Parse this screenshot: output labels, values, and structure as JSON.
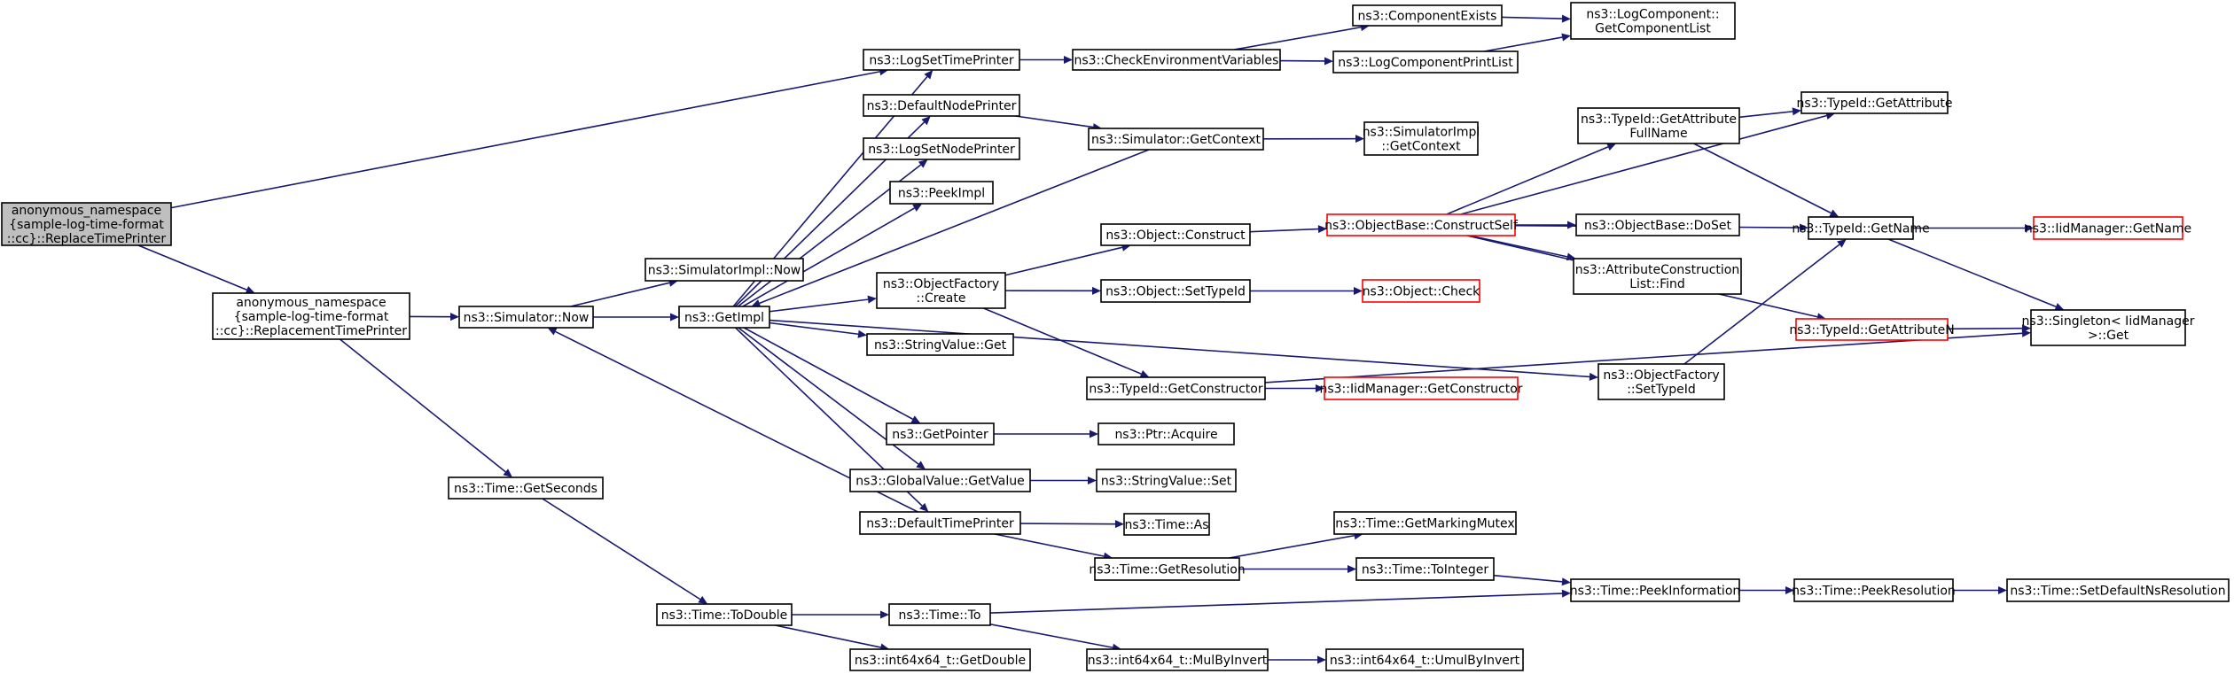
{
  "nodes": [
    {
      "id": "root",
      "lines": [
        "anonymous_namespace",
        "{sample-log-time-format",
        "::cc}::ReplaceTimePrinter"
      ],
      "style": "root"
    },
    {
      "id": "replacementTimePrinter",
      "lines": [
        "anonymous_namespace",
        "{sample-log-time-format",
        "::cc}::ReplacementTimePrinter"
      ]
    },
    {
      "id": "logSetTimePrinter",
      "lines": [
        "ns3::LogSetTimePrinter"
      ]
    },
    {
      "id": "checkEnv",
      "lines": [
        "ns3::CheckEnvironmentVariables"
      ]
    },
    {
      "id": "componentExists",
      "lines": [
        "ns3::ComponentExists"
      ]
    },
    {
      "id": "logComponentPrintList",
      "lines": [
        "ns3::LogComponentPrintList"
      ]
    },
    {
      "id": "getComponentList",
      "lines": [
        "ns3::LogComponent::",
        "GetComponentList"
      ]
    },
    {
      "id": "defaultNodePrinter",
      "lines": [
        "ns3::DefaultNodePrinter"
      ]
    },
    {
      "id": "simGetContext",
      "lines": [
        "ns3::Simulator::GetContext"
      ]
    },
    {
      "id": "simImplGetContext",
      "lines": [
        "ns3::SimulatorImpl",
        "::GetContext"
      ]
    },
    {
      "id": "logSetNodePrinter",
      "lines": [
        "ns3::LogSetNodePrinter"
      ]
    },
    {
      "id": "peekImpl",
      "lines": [
        "ns3::PeekImpl"
      ]
    },
    {
      "id": "simImplNow",
      "lines": [
        "ns3::SimulatorImpl::Now"
      ]
    },
    {
      "id": "simNow",
      "lines": [
        "ns3::Simulator::Now"
      ]
    },
    {
      "id": "getImpl",
      "lines": [
        "ns3::GetImpl"
      ]
    },
    {
      "id": "objectFactoryCreate",
      "lines": [
        "ns3::ObjectFactory",
        "::Create"
      ]
    },
    {
      "id": "objectConstruct",
      "lines": [
        "ns3::Object::Construct"
      ]
    },
    {
      "id": "objectSetTypeId",
      "lines": [
        "ns3::Object::SetTypeId"
      ]
    },
    {
      "id": "objectCheck",
      "lines": [
        "ns3::Object::Check"
      ],
      "style": "red"
    },
    {
      "id": "constructSelf",
      "lines": [
        "ns3::ObjectBase::ConstructSelf"
      ],
      "style": "red"
    },
    {
      "id": "doSet",
      "lines": [
        "ns3::ObjectBase::DoSet"
      ]
    },
    {
      "id": "attrConstructionFind",
      "lines": [
        "ns3::AttributeConstruction",
        "List::Find"
      ]
    },
    {
      "id": "getAttributeFullName",
      "lines": [
        "ns3::TypeId::GetAttribute",
        "FullName"
      ]
    },
    {
      "id": "getAttribute",
      "lines": [
        "ns3::TypeId::GetAttribute"
      ]
    },
    {
      "id": "typeIdGetName",
      "lines": [
        "ns3::TypeId::GetName"
      ]
    },
    {
      "id": "iidGetName",
      "lines": [
        "ns3::IidManager::GetName"
      ],
      "style": "red"
    },
    {
      "id": "singletonGet",
      "lines": [
        "ns3::Singleton< IidManager",
        " >::Get"
      ]
    },
    {
      "id": "getAttributeN",
      "lines": [
        "ns3::TypeId::GetAttributeN"
      ],
      "style": "red"
    },
    {
      "id": "objectFactorySetTypeId",
      "lines": [
        "ns3::ObjectFactory",
        "::SetTypeId"
      ]
    },
    {
      "id": "stringValueGet",
      "lines": [
        "ns3::StringValue::Get"
      ]
    },
    {
      "id": "getConstructor",
      "lines": [
        "ns3::TypeId::GetConstructor"
      ]
    },
    {
      "id": "iidGetConstructor",
      "lines": [
        "ns3::IidManager::GetConstructor"
      ],
      "style": "red"
    },
    {
      "id": "getPointer",
      "lines": [
        "ns3::GetPointer"
      ]
    },
    {
      "id": "ptrAcquire",
      "lines": [
        "ns3::Ptr::Acquire"
      ]
    },
    {
      "id": "globalValueGetValue",
      "lines": [
        "ns3::GlobalValue::GetValue"
      ]
    },
    {
      "id": "stringValueSet",
      "lines": [
        "ns3::StringValue::Set"
      ]
    },
    {
      "id": "timeGetSeconds",
      "lines": [
        "ns3::Time::GetSeconds"
      ]
    },
    {
      "id": "defaultTimePrinter",
      "lines": [
        "ns3::DefaultTimePrinter"
      ]
    },
    {
      "id": "timeAs",
      "lines": [
        "ns3::Time::As"
      ]
    },
    {
      "id": "getMarkingMutex",
      "lines": [
        "ns3::Time::GetMarkingMutex"
      ]
    },
    {
      "id": "timeGetResolution",
      "lines": [
        "ns3::Time::GetResolution"
      ]
    },
    {
      "id": "timeToInteger",
      "lines": [
        "ns3::Time::ToInteger"
      ]
    },
    {
      "id": "peekInformation",
      "lines": [
        "ns3::Time::PeekInformation"
      ]
    },
    {
      "id": "peekResolution",
      "lines": [
        "ns3::Time::PeekResolution"
      ]
    },
    {
      "id": "setDefaultNsResolution",
      "lines": [
        "ns3::Time::SetDefaultNsResolution"
      ]
    },
    {
      "id": "timeToDouble",
      "lines": [
        "ns3::Time::ToDouble"
      ]
    },
    {
      "id": "timeTo",
      "lines": [
        "ns3::Time::To"
      ]
    },
    {
      "id": "getDouble",
      "lines": [
        "ns3::int64x64_t::GetDouble"
      ]
    },
    {
      "id": "mulByInvert",
      "lines": [
        "ns3::int64x64_t::MulByInvert"
      ]
    },
    {
      "id": "umulByInvert",
      "lines": [
        "ns3::int64x64_t::UmulByInvert"
      ]
    }
  ],
  "edges": [
    [
      "root",
      "logSetTimePrinter"
    ],
    [
      "root",
      "replacementTimePrinter"
    ],
    [
      "replacementTimePrinter",
      "simNow"
    ],
    [
      "replacementTimePrinter",
      "timeGetSeconds"
    ],
    [
      "logSetTimePrinter",
      "checkEnv"
    ],
    [
      "checkEnv",
      "componentExists"
    ],
    [
      "checkEnv",
      "logComponentPrintList"
    ],
    [
      "componentExists",
      "getComponentList"
    ],
    [
      "logComponentPrintList",
      "getComponentList"
    ],
    [
      "simNow",
      "simImplNow"
    ],
    [
      "simNow",
      "getImpl"
    ],
    [
      "getImpl",
      "logSetTimePrinter"
    ],
    [
      "getImpl",
      "defaultNodePrinter"
    ],
    [
      "getImpl",
      "logSetNodePrinter"
    ],
    [
      "getImpl",
      "peekImpl"
    ],
    [
      "getImpl",
      "objectFactoryCreate"
    ],
    [
      "getImpl",
      "stringValueGet"
    ],
    [
      "getImpl",
      "getPointer"
    ],
    [
      "getImpl",
      "globalValueGetValue"
    ],
    [
      "getImpl",
      "defaultTimePrinter"
    ],
    [
      "getImpl",
      "objectFactorySetTypeId"
    ],
    [
      "defaultNodePrinter",
      "simGetContext"
    ],
    [
      "simGetContext",
      "simImplGetContext"
    ],
    [
      "simGetContext",
      "getImpl"
    ],
    [
      "objectFactoryCreate",
      "objectConstruct"
    ],
    [
      "objectFactoryCreate",
      "objectSetTypeId"
    ],
    [
      "objectFactoryCreate",
      "getConstructor"
    ],
    [
      "objectConstruct",
      "constructSelf"
    ],
    [
      "objectSetTypeId",
      "objectCheck"
    ],
    [
      "constructSelf",
      "getAttributeFullName"
    ],
    [
      "constructSelf",
      "doSet"
    ],
    [
      "constructSelf",
      "attrConstructionFind"
    ],
    [
      "constructSelf",
      "getAttribute"
    ],
    [
      "constructSelf",
      "typeIdGetName"
    ],
    [
      "constructSelf",
      "getAttributeN"
    ],
    [
      "getAttributeFullName",
      "getAttribute"
    ],
    [
      "getAttributeFullName",
      "typeIdGetName"
    ],
    [
      "typeIdGetName",
      "iidGetName"
    ],
    [
      "typeIdGetName",
      "singletonGet"
    ],
    [
      "getAttributeN",
      "singletonGet"
    ],
    [
      "objectFactorySetTypeId",
      "typeIdGetName"
    ],
    [
      "getConstructor",
      "iidGetConstructor"
    ],
    [
      "getConstructor",
      "singletonGet"
    ],
    [
      "getPointer",
      "ptrAcquire"
    ],
    [
      "globalValueGetValue",
      "stringValueSet"
    ],
    [
      "defaultTimePrinter",
      "simNow"
    ],
    [
      "defaultTimePrinter",
      "timeAs"
    ],
    [
      "defaultTimePrinter",
      "timeGetResolution"
    ],
    [
      "timeGetResolution",
      "getMarkingMutex"
    ],
    [
      "timeGetResolution",
      "timeToInteger"
    ],
    [
      "timeToInteger",
      "peekInformation"
    ],
    [
      "peekInformation",
      "peekResolution"
    ],
    [
      "peekResolution",
      "setDefaultNsResolution"
    ],
    [
      "timeGetSeconds",
      "timeToDouble"
    ],
    [
      "timeToDouble",
      "timeTo"
    ],
    [
      "timeToDouble",
      "getDouble"
    ],
    [
      "timeTo",
      "peekInformation"
    ],
    [
      "timeTo",
      "mulByInvert"
    ],
    [
      "mulByInvert",
      "umulByInvert"
    ]
  ]
}
